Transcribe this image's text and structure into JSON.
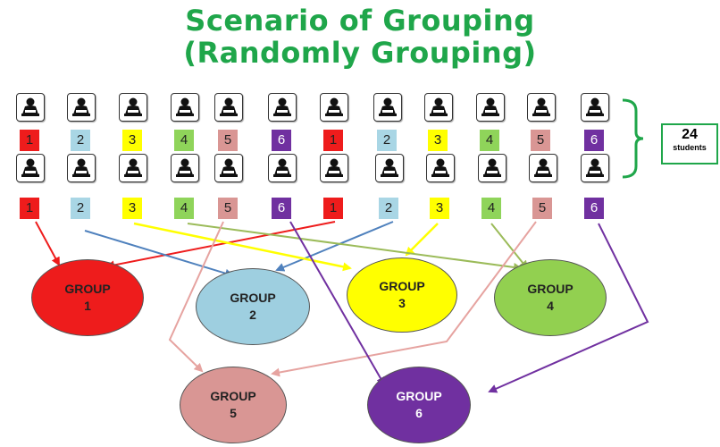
{
  "title_line1": "Scenario of Grouping",
  "title_line2": "(Randomly Grouping)",
  "total": {
    "number": "24",
    "label": "students"
  },
  "badge_colors": {
    "1": "#ee1c1c",
    "2": "#a9d6e5",
    "3": "#ffff00",
    "4": "#8fd45a",
    "5": "#d99694",
    "6": "#7030a0"
  },
  "rows": [
    {
      "badges": [
        "1",
        "2",
        "3",
        "4",
        "5",
        "6",
        "1",
        "2",
        "3",
        "4",
        "5",
        "6"
      ]
    },
    {
      "badges": [
        "1",
        "2",
        "3",
        "4",
        "5",
        "6",
        "1",
        "2",
        "3",
        "4",
        "5",
        "6"
      ]
    }
  ],
  "groups": [
    {
      "label": "GROUP",
      "number": "1",
      "color": "#ee1c1c"
    },
    {
      "label": "GROUP",
      "number": "2",
      "color": "#9ecfe0"
    },
    {
      "label": "GROUP",
      "number": "3",
      "color": "#ffff00"
    },
    {
      "label": "GROUP",
      "number": "4",
      "color": "#92d050"
    },
    {
      "label": "GROUP",
      "number": "5",
      "color": "#d99694"
    },
    {
      "label": "GROUP",
      "number": "6",
      "color": "#7030a0"
    }
  ],
  "arrow_colors": {
    "1": "#ee1c1c",
    "2": "#4f81bd",
    "3": "#ffff00",
    "4": "#9bbb59",
    "5": "#e6a3a0",
    "6": "#7030a0"
  }
}
